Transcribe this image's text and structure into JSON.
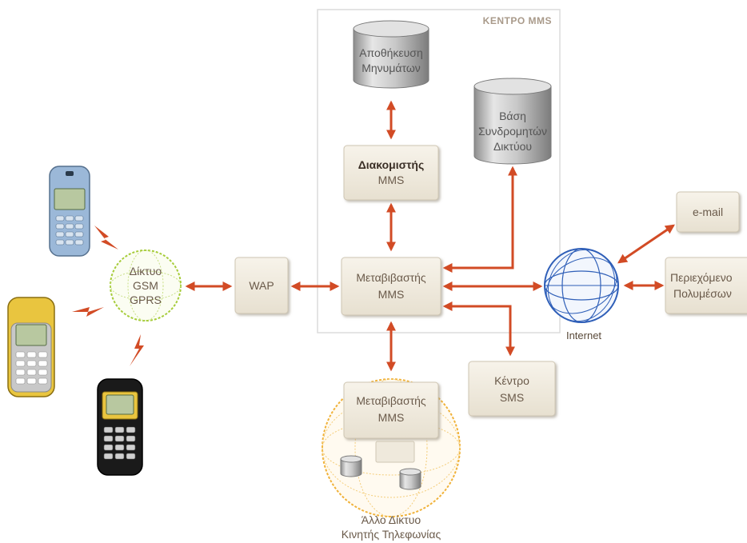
{
  "mms_center": {
    "title": "ΚΕΝΤΡΟ MMS"
  },
  "storage_db": {
    "line1": "Αποθήκευση",
    "line2": "Μηνυμάτων"
  },
  "subscribers_db": {
    "line1": "Βάση",
    "line2": "Συνδρομητών",
    "line3": "Δικτύου"
  },
  "mms_server": {
    "line1": "Διακομιστής",
    "line2": "MMS"
  },
  "mms_relay": {
    "line1": "Μεταβιβαστής",
    "line2": "MMS"
  },
  "wap": {
    "label": "WAP"
  },
  "gsm_network": {
    "line1": "Δίκτυο",
    "line2": "GSM",
    "line3": "GPRS"
  },
  "internet": {
    "label": "Internet"
  },
  "email": {
    "label": "e-mail"
  },
  "multimedia": {
    "line1": "Περιεχόμενο",
    "line2": "Πολυμέσων"
  },
  "sms_center": {
    "line1": "Κέντρο",
    "line2": "SMS"
  },
  "other_relay": {
    "line1": "Μεταβιβαστής",
    "line2": "MMS"
  },
  "other_network": {
    "line1": "Άλλο Δίκτυο",
    "line2": "Κινητής Τηλεφωνίας"
  },
  "colors": {
    "arrow": "#d24b25",
    "box_fill": "#f2ede2",
    "gsm_globe": "#a6cc3a",
    "internet_globe": "#2f5fb8",
    "other_globe": "#f0b23a"
  },
  "phones": [
    {
      "body": "#9bb8d8"
    },
    {
      "body": "#e9c53f"
    },
    {
      "body": "#1a1a1a"
    }
  ]
}
